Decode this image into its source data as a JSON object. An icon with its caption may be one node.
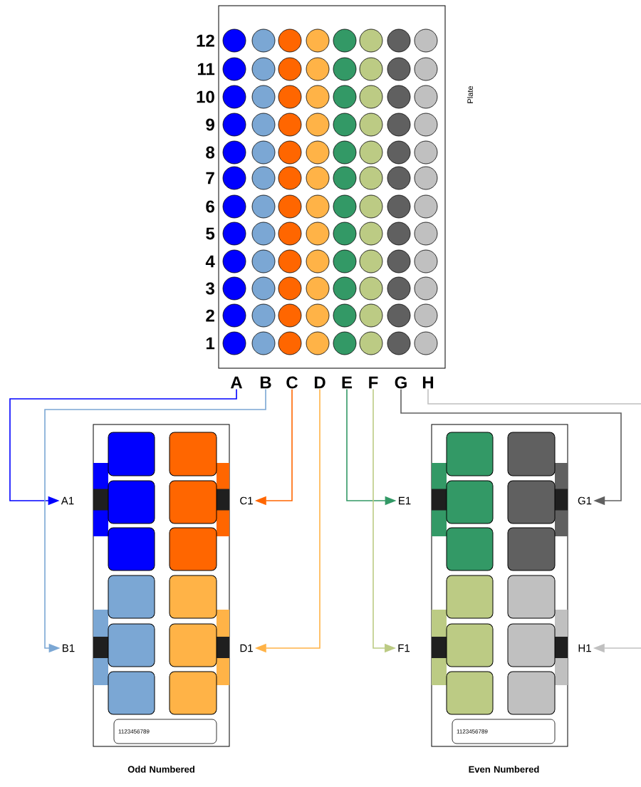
{
  "diagram": {
    "nodes": [
      {
        "text": [],
        "shape": "box",
        "beside": [
          "Plate"
        ]
      },
      {
        "text": [
          "A"
        ]
      },
      {
        "text": [
          "B"
        ]
      },
      {
        "text": [
          "C"
        ]
      },
      {
        "text": [
          "D"
        ]
      },
      {
        "text": [
          "E"
        ]
      },
      {
        "text": [
          "F"
        ]
      },
      {
        "text": [
          "G"
        ]
      },
      {
        "text": [
          "H"
        ]
      },
      {
        "text": [],
        "shape": "box",
        "beside": [
          "Odd Numbered"
        ]
      },
      {
        "text": [
          "1123456789"
        ],
        "in": 9
      },
      {
        "text": [
          "A1"
        ]
      },
      {
        "text": [
          "B1"
        ]
      },
      {
        "text": [
          "C1"
        ]
      },
      {
        "text": [
          "D1"
        ]
      },
      {
        "text": [],
        "shape": "box",
        "beside": [
          "Even Numbered"
        ]
      },
      {
        "text": [
          "1123456789"
        ],
        "in": 15
      },
      {
        "text": [
          "E1"
        ]
      },
      {
        "text": [
          "F1"
        ]
      },
      {
        "text": [
          "G1"
        ]
      },
      {
        "text": [
          "H1"
        ]
      }
    ],
    "edges": [
      {
        "from": 1,
        "to": 11,
        "arrow": "to",
        "color": "#0000ff"
      },
      {
        "from": 2,
        "to": 12,
        "arrow": "to",
        "color": "#7ba7d4"
      },
      {
        "from": 3,
        "to": 13,
        "arrow": "to",
        "color": "#ff6600"
      },
      {
        "from": 4,
        "to": 14,
        "arrow": "to",
        "color": "#ffb347"
      },
      {
        "from": 5,
        "to": 17,
        "arrow": "to",
        "color": "#339966"
      },
      {
        "from": 6,
        "to": 18,
        "arrow": "to",
        "color": "#bccb84"
      },
      {
        "from": 7,
        "to": 19,
        "arrow": "to",
        "color": "#606060"
      },
      {
        "from": 8,
        "to": null,
        "arrow": "none",
        "color": "#c0c0c0"
      },
      {
        "from": null,
        "to": 20,
        "arrow": "to",
        "color": "#c0c0c0"
      }
    ],
    "labels": [
      "12",
      "11",
      "10",
      "9",
      "8",
      "7",
      "6",
      "5",
      "4",
      "3",
      "2",
      "1"
    ]
  }
}
